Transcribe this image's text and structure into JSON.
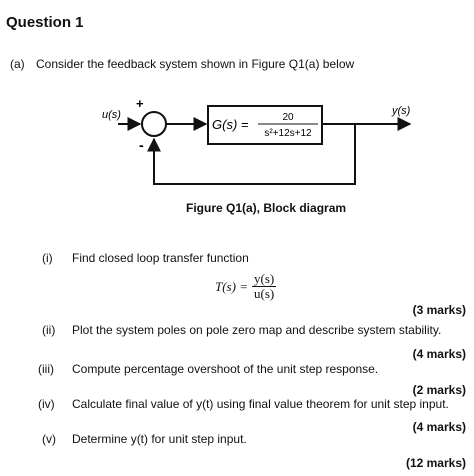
{
  "heading": "Question 1",
  "intro": {
    "number": "(a)",
    "text": "Consider the feedback system shown in Figure Q1(a) below"
  },
  "diagram": {
    "input_label": "u(s)",
    "output_label": "y(s)",
    "plus_sign": "+",
    "minus_sign": "-",
    "block_lhs": "G(s) =",
    "block_num": "20",
    "block_den": "s²+12s+12",
    "caption": "Figure Q1(a), Block diagram"
  },
  "questions": [
    {
      "num": "(i)",
      "text": "Find closed loop transfer function",
      "marks": "(3 marks)"
    },
    {
      "num": "(ii)",
      "text": "Plot the system poles on pole zero map and describe system stability.",
      "marks": "(4 marks)"
    },
    {
      "num": "(iii)",
      "text": "Compute percentage overshoot of the unit step response.",
      "marks": "(2 marks)"
    },
    {
      "num": "(iv)",
      "text": "Calculate final value of y(t) using final value theorem for unit step input.",
      "marks": "(4 marks)"
    },
    {
      "num": "(v)",
      "text": "Determine y(t) for unit step input.",
      "marks": "(12 marks)"
    }
  ],
  "transfer_function": {
    "lhs": "T(s) =",
    "num": "y(s)",
    "den": "u(s)"
  }
}
